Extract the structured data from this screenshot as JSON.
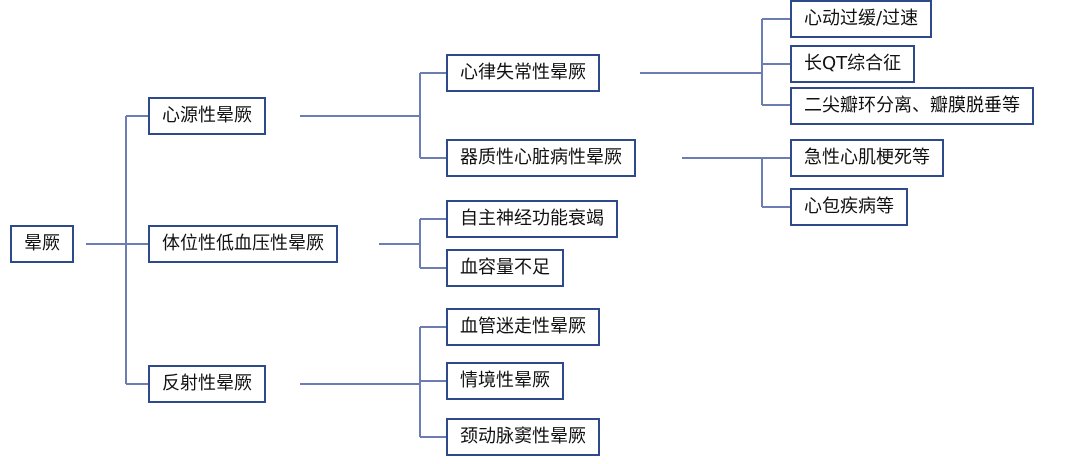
{
  "diagram": {
    "line_color": "#6b7db3",
    "border_color": "#2f4a8a",
    "root": "晕厥",
    "l1": [
      "心源性晕厥",
      "体位性低血压性晕厥",
      "反射性晕厥"
    ],
    "l2": [
      "心律失常性晕厥",
      "器质性心脏病性晕厥",
      "自主神经功能衰竭",
      "血容量不足",
      "血管迷走性晕厥",
      "情境性晕厥",
      "颈动脉窦性晕厥"
    ],
    "l3": [
      "心动过缓/过速",
      "长QT综合征",
      "二尖瓣环分离、瓣膜脱垂等",
      "急性心肌梗死等",
      "心包疾病等"
    ]
  }
}
